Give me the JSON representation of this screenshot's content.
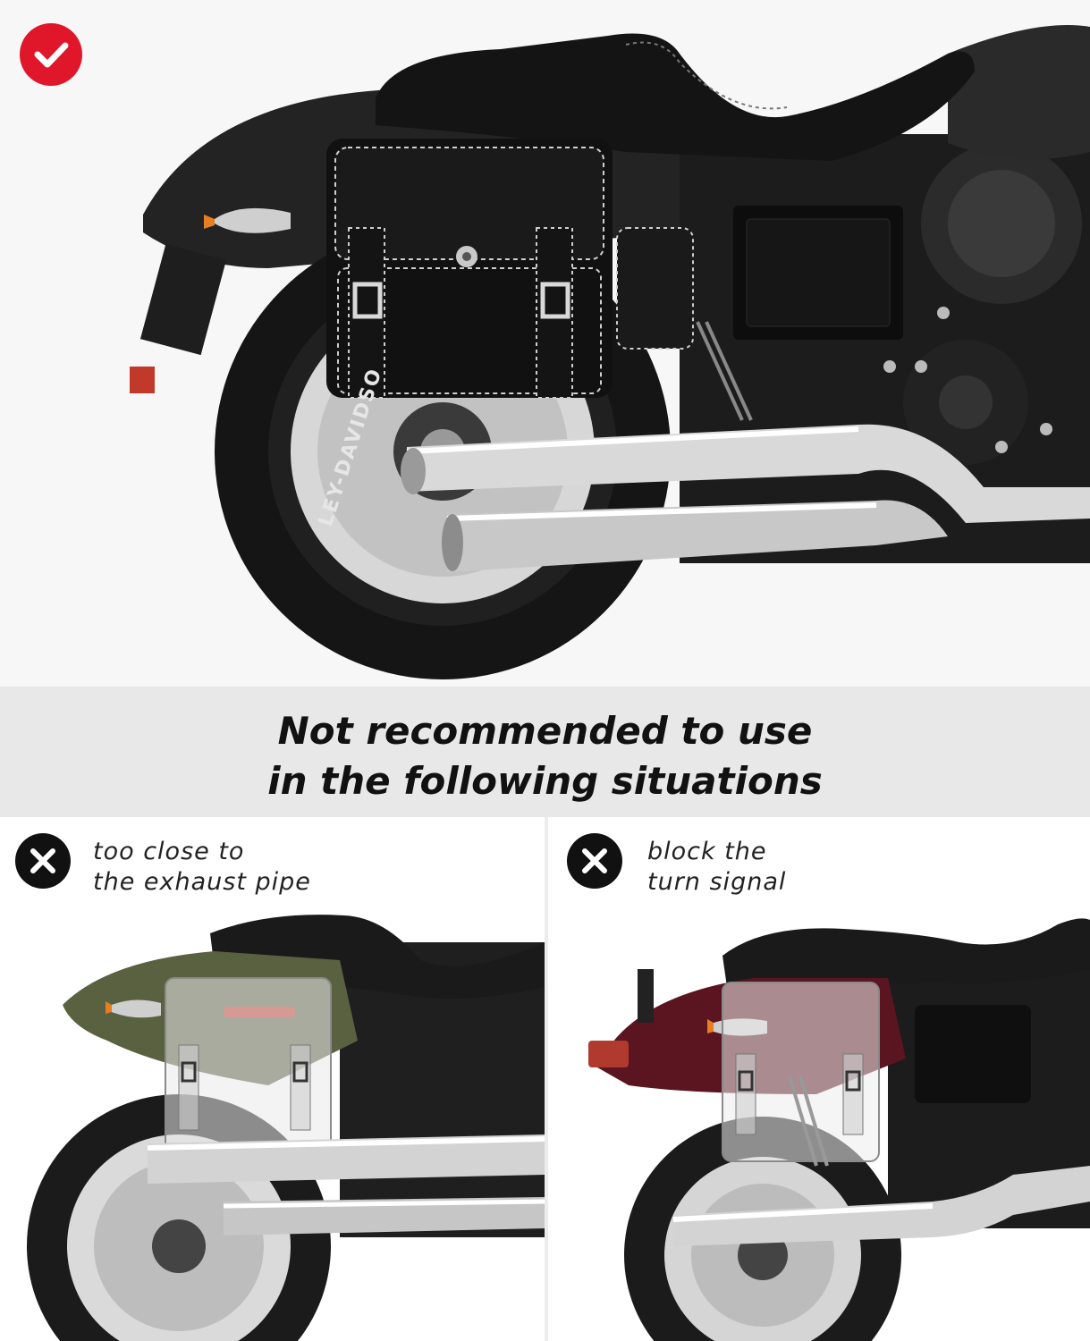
{
  "icons": {
    "approved": "check-icon",
    "rejected": "x-icon"
  },
  "colors": {
    "check_badge": "#e0162b",
    "x_badge": "#111111",
    "banner_bg": "#e8e8e8"
  },
  "banner": {
    "line1": "Not recommended to use",
    "line2": "in the following situations"
  },
  "situations": [
    {
      "line1": "too close to",
      "line2": "the exhaust pipe"
    },
    {
      "line1": "block the",
      "line2": "turn signal"
    }
  ],
  "hero": {
    "tire_text": "LEY-DAVIDSO"
  }
}
